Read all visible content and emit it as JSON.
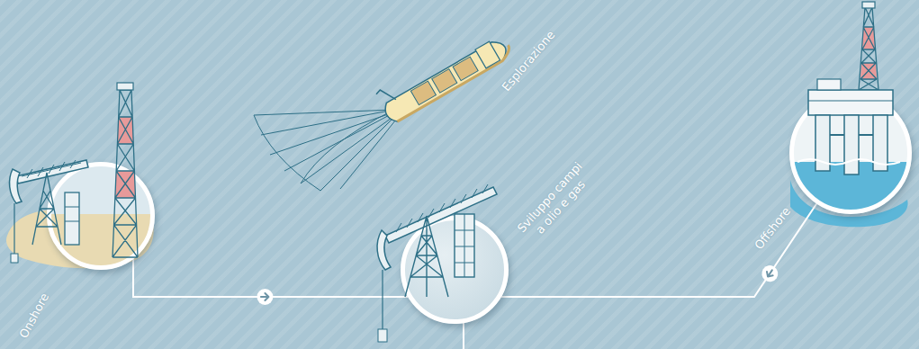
{
  "diagram": {
    "nodes": [
      {
        "text": [
          "Onshore"
        ]
      },
      {
        "text": [
          "Sviluppo campi a olio e gas"
        ]
      },
      {
        "text": [
          "Offshore"
        ]
      }
    ],
    "edges": [
      {
        "from": 0,
        "to": 1,
        "arrow": "to"
      },
      {
        "from": 2,
        "to": 1,
        "arrow": "to"
      }
    ],
    "labels": [
      "Esplorazione"
    ]
  }
}
